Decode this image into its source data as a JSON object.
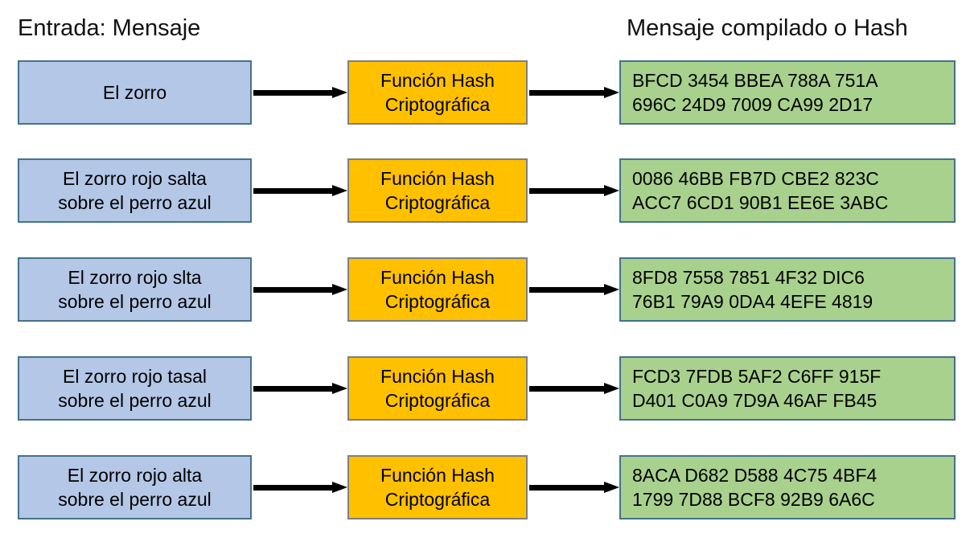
{
  "headers": {
    "input": "Entrada: Mensaje",
    "output": "Mensaje compilado o Hash"
  },
  "function_box": {
    "line1": "Función Hash",
    "line2": "Criptográfica"
  },
  "colors": {
    "input_fill": "#B4C7E7",
    "input_border": "#44728C",
    "function_fill": "#FFC000",
    "function_border": "#7F7F7F",
    "hash_fill": "#A9D18E",
    "hash_border": "#44728C",
    "arrow": "#000000",
    "background": "#FFFFFF"
  },
  "rows": [
    {
      "input": {
        "line1": "El zorro",
        "line2": ""
      },
      "hash": {
        "line1": "BFCD 3454 BBEA 788A 751A",
        "line2": "696C 24D9 7009 CA99 2D17"
      }
    },
    {
      "input": {
        "line1": "El zorro rojo salta",
        "line2": "sobre el perro azul"
      },
      "hash": {
        "line1": "0086 46BB FB7D CBE2 823C",
        "line2": "ACC7 6CD1 90B1 EE6E 3ABC"
      }
    },
    {
      "input": {
        "line1": "El zorro rojo slta",
        "line2": "sobre el perro azul"
      },
      "hash": {
        "line1": "8FD8 7558 7851 4F32 DIC6",
        "line2": "76B1 79A9 0DA4 4EFE 4819"
      }
    },
    {
      "input": {
        "line1": "El zorro rojo tasal",
        "line2": "sobre el perro azul"
      },
      "hash": {
        "line1": "FCD3 7FDB 5AF2 C6FF 915F",
        "line2": "D401 C0A9 7D9A 46AF FB45"
      }
    },
    {
      "input": {
        "line1": "El zorro rojo alta",
        "line2": "sobre el perro azul"
      },
      "hash": {
        "line1": "8ACA D682 D588 4C75 4BF4",
        "line2": "1799 7D88 BCF8 92B9 6A6C"
      }
    }
  ]
}
